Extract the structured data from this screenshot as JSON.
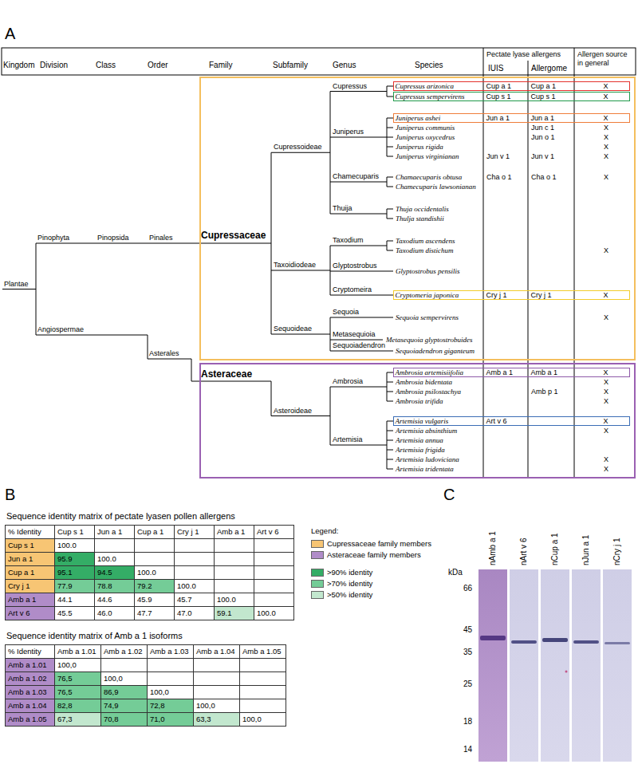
{
  "diagram": {
    "nodes": [
      {
        "text": [
          "Cupressaceae"
        ]
      },
      {
        "text": [
          "Cupressus arizonica",
          "Cup a 1",
          "Cup a 1",
          "X"
        ],
        "in": 0
      },
      {
        "text": [
          "Cupressus sempervirens",
          "Cup s 1",
          "Cup s 1",
          "X"
        ],
        "in": 0
      },
      {
        "text": [
          "Juniperus ashei",
          "Jun a 1",
          "Jun a 1",
          "X"
        ],
        "in": 0
      },
      {
        "text": [
          "Cryptomeria japonica",
          "Cry j 1",
          "Cry j 1",
          "X"
        ],
        "in": 0
      },
      {
        "text": [
          "Asteraceae"
        ]
      },
      {
        "text": [
          "Ambrosia artemisiifolia",
          "Amb a 1",
          "Amb a 1",
          "X"
        ],
        "in": 5
      },
      {
        "text": [
          "Artemisia vulgaris",
          "Art v 6",
          "X"
        ],
        "in": 5
      }
    ],
    "labels": [
      "A",
      "Kingdom",
      "Division",
      "Class",
      "Order",
      "Family",
      "Subfamily",
      "Genus",
      "Species",
      "Pectate lyase allergens",
      "IUIS",
      "Allergome",
      "Allergen source in general",
      "Plantae",
      "Pinophyta",
      "Pinopsida",
      "Pinales",
      "Angiospermae",
      "Asterales",
      "Cupressoideae",
      "Taxoidiodeae",
      "Sequoideae",
      "Asteroideae",
      "Cupressus",
      "Juniperus",
      "Chamecuparis",
      "Thuija",
      "Taxodium",
      "Glyptostrobus",
      "Cryptomeira",
      "Sequoia",
      "Metasequioia",
      "Sequoiadendron",
      "Ambrosia",
      "Artemisia",
      "Juniperus communis",
      "Jun c 1",
      "X",
      "Juniperus oxycedrus",
      "Jun o 1",
      "X",
      "Juniperus rigida",
      "X",
      "Juniperus virginianan",
      "Jun v 1",
      "Jun v 1",
      "X",
      "Chamaecuparis obtusa",
      "Cha o 1",
      "Cha o 1",
      "X",
      "Chamecuparis lawsonianan",
      "Thuja occidentalis",
      "Thulja standishii",
      "Taxodium ascendens",
      "Taxodium distichum",
      "X",
      "Glyptostrobus pensilis",
      "Sequoia sempervirens",
      "X",
      "Metasequoia glyptostrobuides",
      "Sequoiadendron giganteum",
      "Ambrosia bidentata",
      "X",
      "Ambrosia psilostachya",
      "Amb p 1",
      "X",
      "Ambrosia trifida",
      "X",
      "Artemisia absinthium",
      "X",
      "Artemisia annua",
      "Artemisia frigida",
      "Artemisia ludoviciana",
      "X",
      "Artemisia tridentata",
      "X",
      "B",
      "Sequence identity matrix of pectate lyasen pollen allergens",
      "% Identity",
      "Cup s 1",
      "Jun a 1",
      "Cup a 1",
      "Cry j 1",
      "Amb a 1",
      "Art v 6",
      "Cup s 1",
      "100.0",
      "Jun a 1",
      "95.9",
      "100.0",
      "Cup a 1",
      "95.1",
      "94.5",
      "100.0",
      "Cry j 1",
      "77.9",
      "78.8",
      "79.2",
      "100.0",
      "Amb a 1",
      "44.1",
      "44.6",
      "45.9",
      "45.7",
      "100.0",
      "Art v 6",
      "45.5",
      "46.0",
      "47.7",
      "47.0",
      "59.1",
      "100.0",
      "Legend:",
      "Sequence identity matrix of Amb a 1 isoforms",
      "% Identity",
      "Amb a 1.01",
      "Amb a 1.02",
      "Amb a 1.03",
      "Amb a 1.04",
      "Amb a 1.05",
      "Amb a 1.01",
      "100,0",
      "Amb a 1.02",
      "76,5",
      "100,0",
      "Amb a 1.03",
      "76,5",
      "86,9",
      "100,0",
      "Amb a 1.04",
      "82,8",
      "74,9",
      "72,8",
      "100,0",
      "Amb a 1.05",
      "67,3",
      "70,8",
      "71,0",
      "63,3",
      "100,0",
      "C",
      "kDa",
      "66",
      "45",
      "35",
      "25",
      "18",
      "14",
      "nAmb a 1",
      "nArt v 6",
      "nCup a 1",
      "nJun a 1",
      "nCry j 1"
    ],
    "legend": [
      {
        "text": "Cupressaceae family members",
        "color": "#f7c574"
      },
      {
        "text": "Asteraceae family members",
        "color": "#b08cc8"
      },
      {
        "text": ">90% identity",
        "color": "#34ad66"
      },
      {
        "text": ">70% identity",
        "color": "#74cc97"
      },
      {
        "text": ">50% identity",
        "color": "#c2e7ce"
      }
    ]
  }
}
